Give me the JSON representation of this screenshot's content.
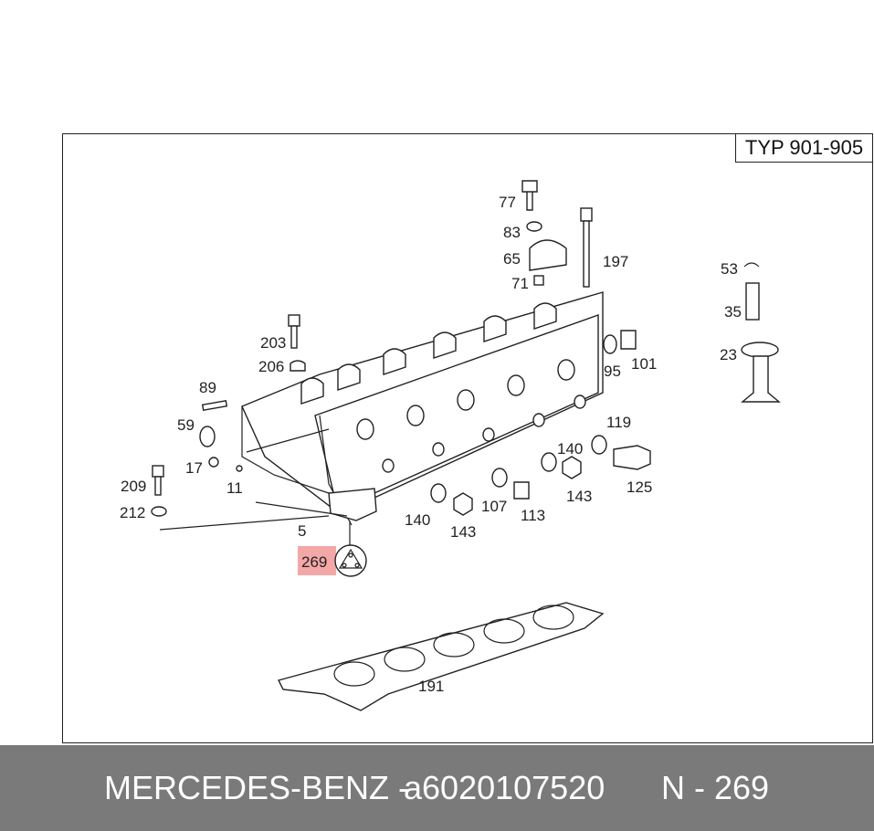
{
  "diagram": {
    "type_label": "TYP 901-905",
    "highlighted": "269",
    "labels": [
      {
        "id": "77",
        "text": "77"
      },
      {
        "id": "83",
        "text": "83"
      },
      {
        "id": "65",
        "text": "65"
      },
      {
        "id": "197",
        "text": "197"
      },
      {
        "id": "71",
        "text": "71"
      },
      {
        "id": "53",
        "text": "53"
      },
      {
        "id": "35",
        "text": "35"
      },
      {
        "id": "23",
        "text": "23"
      },
      {
        "id": "203",
        "text": "203"
      },
      {
        "id": "206",
        "text": "206"
      },
      {
        "id": "95",
        "text": "95"
      },
      {
        "id": "101",
        "text": "101"
      },
      {
        "id": "89",
        "text": "89"
      },
      {
        "id": "59",
        "text": "59"
      },
      {
        "id": "119",
        "text": "119"
      },
      {
        "id": "17",
        "text": "17"
      },
      {
        "id": "140a",
        "text": "140"
      },
      {
        "id": "209",
        "text": "209"
      },
      {
        "id": "11",
        "text": "11"
      },
      {
        "id": "143a",
        "text": "143"
      },
      {
        "id": "125",
        "text": "125"
      },
      {
        "id": "212",
        "text": "212"
      },
      {
        "id": "107",
        "text": "107"
      },
      {
        "id": "113",
        "text": "113"
      },
      {
        "id": "140b",
        "text": "140"
      },
      {
        "id": "143b",
        "text": "143"
      },
      {
        "id": "5",
        "text": "5"
      },
      {
        "id": "269",
        "text": "269"
      },
      {
        "id": "191",
        "text": "191"
      }
    ]
  },
  "footer": {
    "brand": "MERCEDES-BENZ",
    "separator": "-",
    "part_number": "a6020107520",
    "position": "N - 269"
  }
}
